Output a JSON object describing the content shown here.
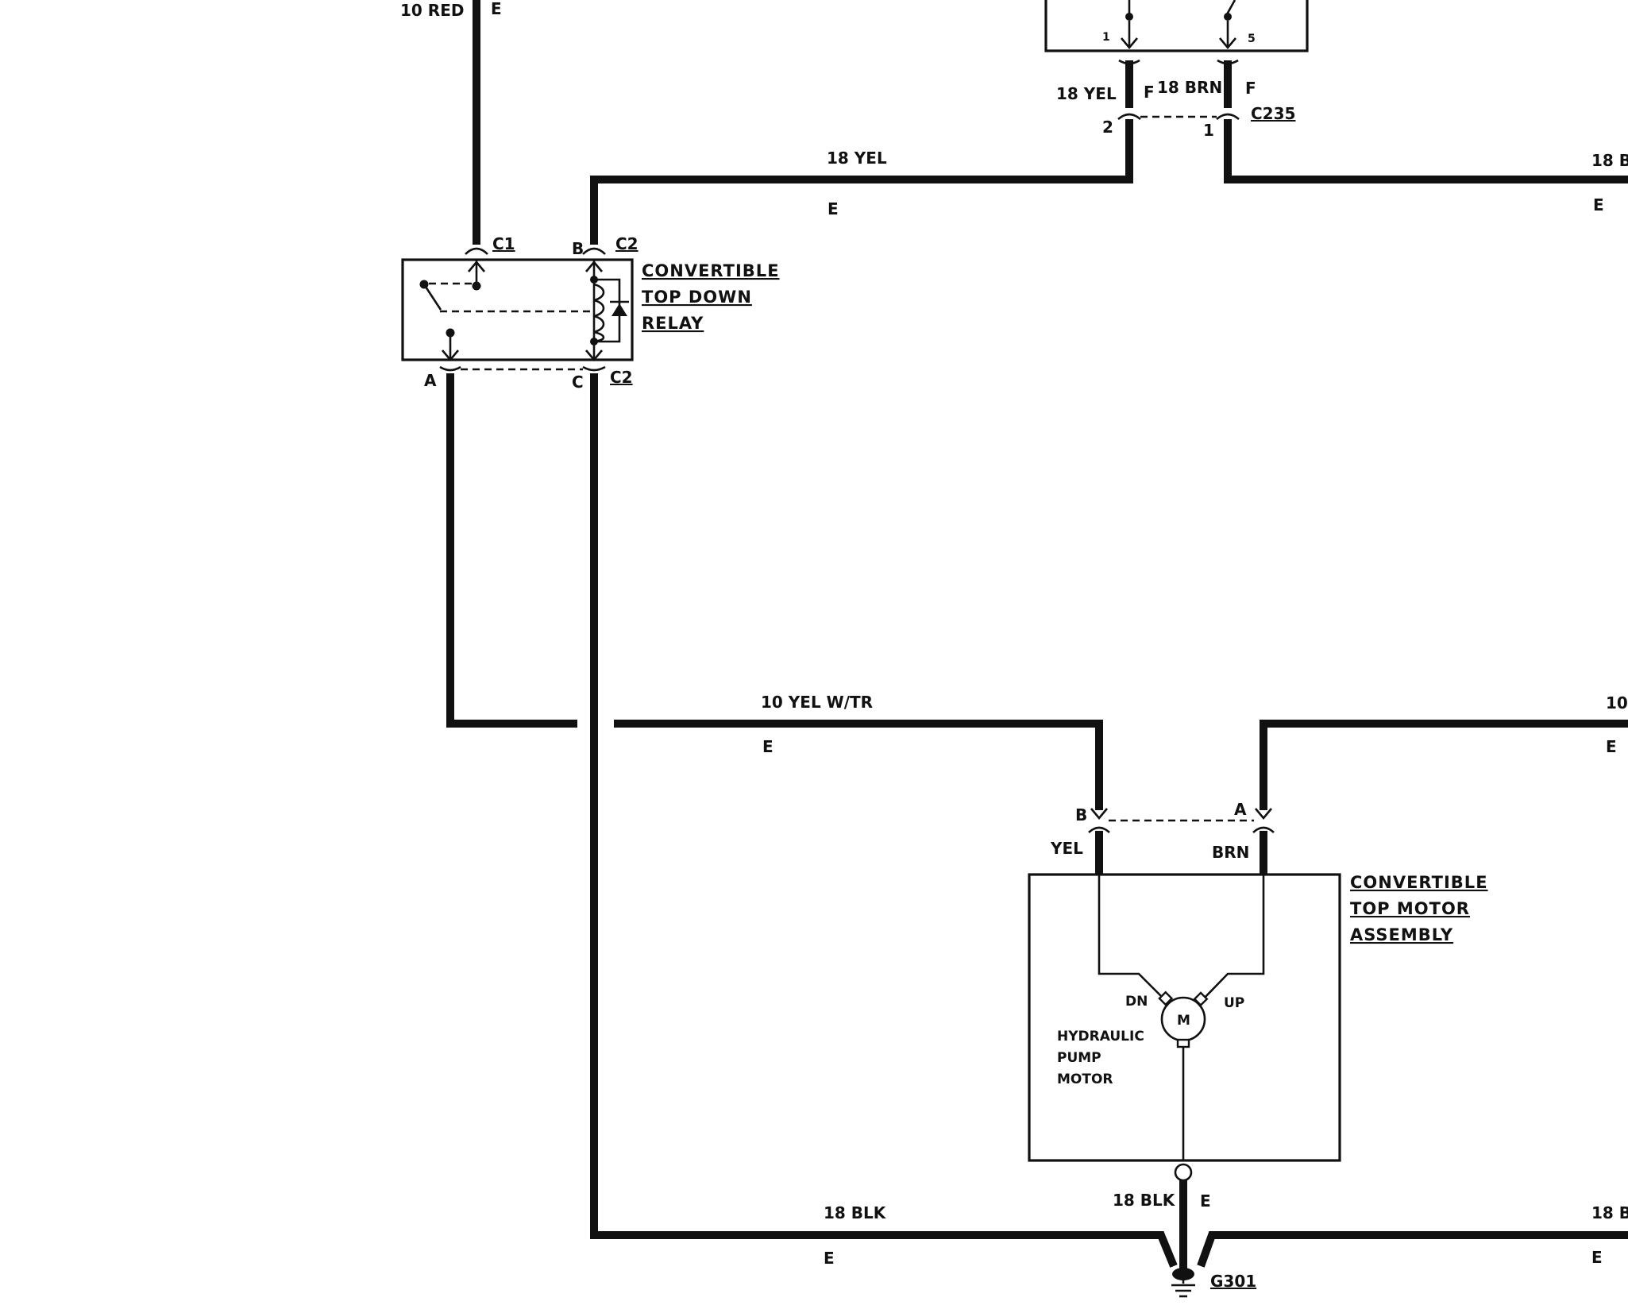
{
  "wires": {
    "top_left": "10 RED",
    "top_left_code": "E",
    "upper_mid": "18 YEL",
    "upper_mid_code": "E",
    "upper_right": "18 B",
    "upper_right_code": "E",
    "c235_left": "18 YEL",
    "c235_right": "18 BRN",
    "middle": "10 YEL W/TR",
    "middle_code": "E",
    "middle_right": "10",
    "middle_right_code": "E",
    "ground_left": "18 BLK",
    "ground_left_code": "E",
    "ground_vertical": "18 BLK",
    "ground_vertical_code": "E",
    "ground_right": "18 B",
    "ground_right_code": "E"
  },
  "connectors": {
    "c1": "C1",
    "c2_top": "C2",
    "c2_bottom": "C2",
    "c235": "C235",
    "c235_left_letter": "F",
    "c235_right_letter": "F",
    "c235_left_pin": "2",
    "c235_right_pin": "1",
    "relay_pin_b": "B",
    "relay_pin_a": "A",
    "relay_pin_c": "C",
    "switch_pin_1": "1",
    "switch_pin_5": "5",
    "motor_pin_b": "B",
    "motor_pin_a": "A",
    "motor_lead_left": "YEL",
    "motor_lead_right": "BRN",
    "ground": "G301"
  },
  "components": {
    "relay": [
      "CONVERTIBLE",
      "TOP DOWN",
      "RELAY"
    ],
    "motor_assembly": [
      "CONVERTIBLE",
      "TOP MOTOR",
      "ASSEMBLY"
    ],
    "pump": [
      "HYDRAULIC",
      "PUMP",
      "MOTOR"
    ],
    "motor_symbol": "M",
    "motor_dn": "DN",
    "motor_up": "UP"
  }
}
